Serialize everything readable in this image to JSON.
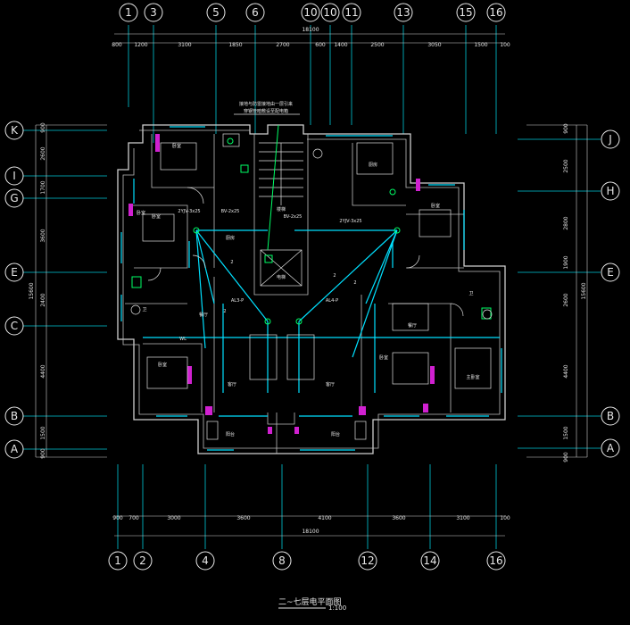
{
  "title": "二~七层电平面图",
  "scale": "1:100",
  "top_axes": [
    "1",
    "3",
    "5",
    "6",
    "10",
    "10",
    "11",
    "13",
    "15",
    "16"
  ],
  "bottom_axes": [
    "1",
    "2",
    "4",
    "8",
    "12",
    "14",
    "16"
  ],
  "left_axes": [
    "K",
    "I",
    "G",
    "E",
    "C",
    "B",
    "A"
  ],
  "right_axes": [
    "J",
    "H",
    "E",
    "B",
    "A"
  ],
  "top_overall": "18100",
  "top_dims": [
    "800",
    "1200",
    "3100",
    "1850",
    "2700",
    "600",
    "1400",
    "2500",
    "3050",
    "1500",
    "100"
  ],
  "bottom_overall": "18100",
  "bottom_dims": [
    "900",
    "700",
    "3000",
    "3600",
    "4100",
    "3600",
    "3100",
    "100"
  ],
  "left_overall": "15600",
  "left_dims": [
    "900",
    "2600",
    "1700",
    "3600",
    "2400",
    "4400",
    "1500",
    "900"
  ],
  "right_overall": "15600",
  "right_dims": [
    "900",
    "2500",
    "2800",
    "1900",
    "2600",
    "4400",
    "1500",
    "900"
  ],
  "annotation": [
    "接地与防雷接地由一层引来",
    "穿钢管暗敷设至配电箱"
  ],
  "panels": [
    "AL3-P",
    "AL4-P"
  ],
  "cable_labels": [
    "2YJV-3x25",
    "2YJV-3x25",
    "BV-2x25",
    "BV-2x25",
    "2",
    "2",
    "2",
    "2",
    "WL"
  ],
  "rooms": [
    "卧室",
    "卧室",
    "厨房",
    "厨房",
    "卫",
    "卧室",
    "卧室",
    "卫",
    "客厅",
    "客厅",
    "餐厅",
    "餐厅",
    "卧室",
    "卧室",
    "主卧室",
    "阳台",
    "阳台",
    "电梯",
    "楼梯"
  ]
}
